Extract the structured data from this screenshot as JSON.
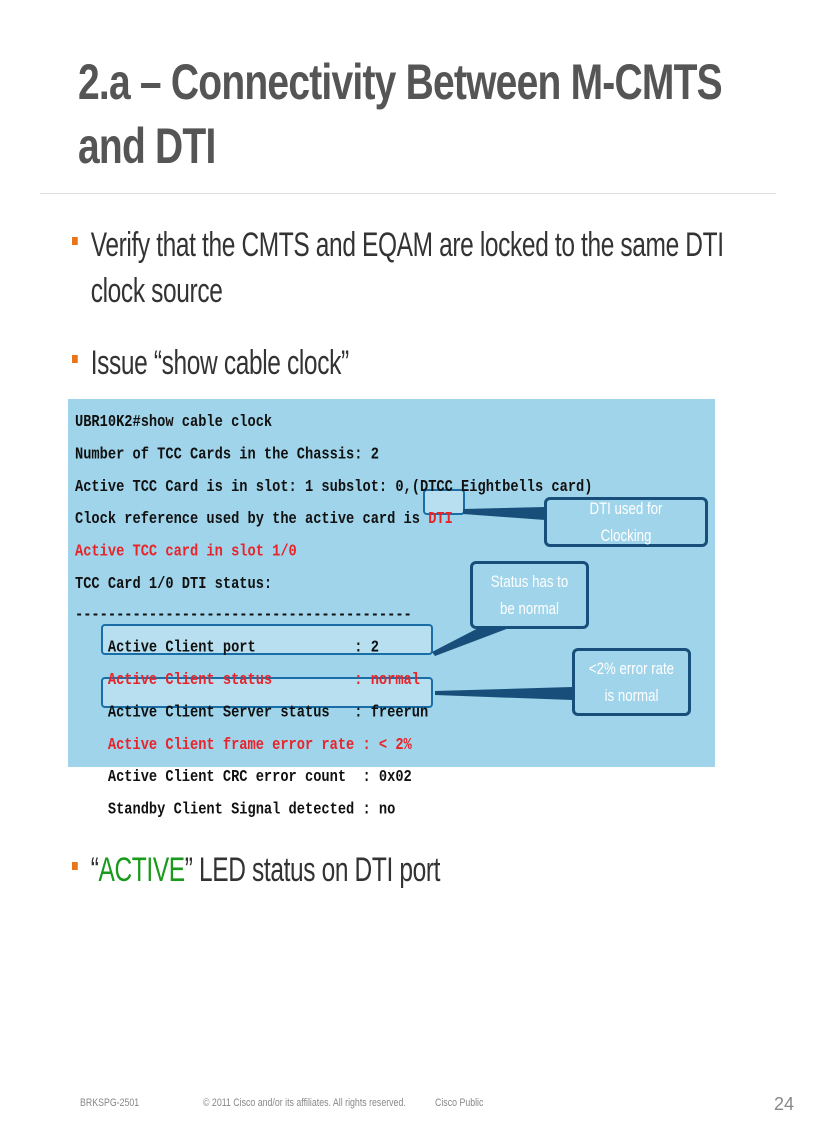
{
  "slide": {
    "title_line1": "2.a – Connectivity Between M-CMTS",
    "title_line2": "and DTI",
    "bullets": [
      {
        "line1": "Verify that the CMTS and EQAM are locked to the same DTI",
        "line2": "clock source"
      },
      {
        "text": "Issue “show cable clock”"
      },
      {
        "quote_open": "“",
        "highlight": "ACTIVE",
        "rest": "” LED status on DTI port"
      }
    ],
    "bullet_color": "#e8761c",
    "highlight_color": "#1a9a1a"
  },
  "terminal": {
    "lines": [
      "UBR10K2#show cable clock",
      "Number of TCC Cards in the Chassis: 2",
      "Active TCC Card is in slot: 1 subslot: 0,(DTCC Eightbells card)",
      "Clock reference used by the active card is ",
      "DTI",
      "Active TCC card in slot 1/0",
      "TCC Card 1/0 DTI status:",
      "-----------------------------------------",
      "    Active Client port            : 2",
      "    Active Client status          : normal",
      "    Active Client Server status   : freerun",
      "    Active Client frame error rate : < 2%",
      "    Active Client CRC error count  : 0x02",
      "    Standby Client Signal detected : no"
    ],
    "background": "#9fd4ea"
  },
  "callouts": {
    "dti": "DTI used for Clocking",
    "status": "Status has to be normal",
    "error": "<2% error rate is normal"
  },
  "footer": {
    "session": "BRKSPG-2501",
    "copyright": "© 2011 Cisco and/or its affiliates. All rights reserved.",
    "classification": "Cisco Public",
    "page_number": "24"
  }
}
